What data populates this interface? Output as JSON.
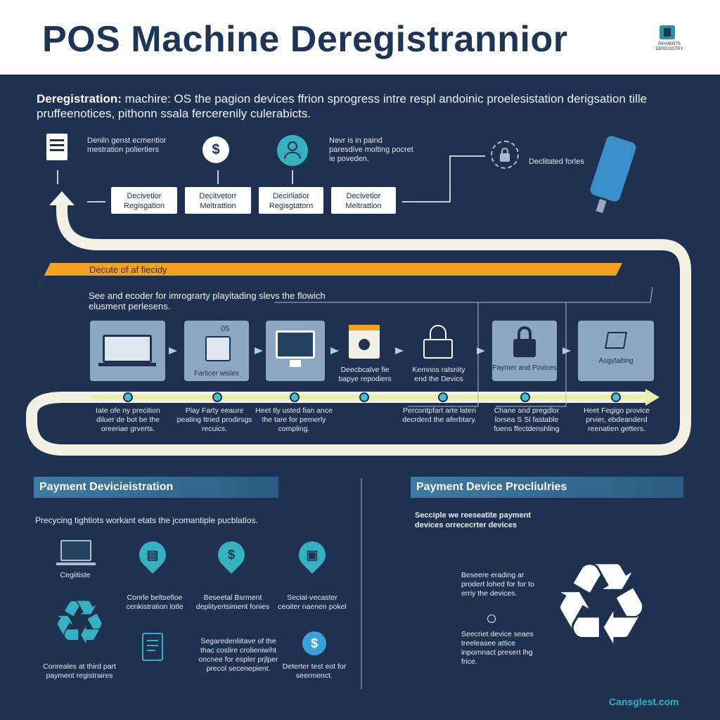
{
  "title": "POS Machine Deregistrannior",
  "logo_text": "PAYMENTS DEREGISTRY",
  "intro": {
    "lead": "Deregistration:",
    "text": " machire: OS the pagion devices ffrion sprogress intre respl andoinic proelesistation derigsation tille pruffeenotices, pithonn ssala fercerenily culerabicts."
  },
  "top_flow": {
    "doc_note": "Deniln genst ecmentior mestration poliertiers",
    "mid_note": "Nevr is in paind paresdive molting pocret ie poveden.",
    "lock_note": "Declitated forles",
    "boxes": [
      {
        "line1": "Decivetior",
        "line2": "Regisgation"
      },
      {
        "line1": "Decitvetorr",
        "line2": "Meltrattion"
      },
      {
        "line1": "Decirliatior",
        "line2": "Regisgtatorn"
      },
      {
        "line1": "Decivetior",
        "line2": "Meltrattion"
      }
    ]
  },
  "banner": "Decute of af fiecidy",
  "process_intro": "See and ecoder for imrograrty playitading slevs the flowich elusment perlesens.",
  "process_steps": [
    {
      "label": "",
      "caption": "Iate ofe ny precition diluer de bot be the oreeriae grverts."
    },
    {
      "label": "Farticer wisles",
      "top": "05",
      "caption": "Play Farty eeaure peating ttried prodirsgs recuics."
    },
    {
      "label": "",
      "caption": "Heet tly usted fian ance the tare for pemerly compling."
    },
    {
      "label": "Deecbcalve fie bapye repodiers",
      "caption": ""
    },
    {
      "label": "Kemnos ratsriity end the Devics",
      "caption": "Percontpfart arte lateri decrderd the aferbtary."
    },
    {
      "label": "Paymer and Povices",
      "caption": "Chane and pregdlor lorsea S Sl fastable fuens ffectdenshling"
    },
    {
      "label": "Asgytalting",
      "caption": "Heet Fegigo provice prvier, ebdeanderd reenatien getters."
    }
  ],
  "left_section": {
    "title": "Payment Devicieistration",
    "subtitle": "Precycing tightiots workant etats the jcomantiple pucblatios.",
    "items": [
      {
        "icon": "laptop-icon",
        "caption": "Cegiitiste"
      },
      {
        "icon": "printer-icon",
        "caption": "Conrle beltsefioe cenkistration lotle"
      },
      {
        "icon": "dollar-icon",
        "caption": "Beseetal Bsrment deplityertsiment fonies"
      },
      {
        "icon": "lock-icon",
        "caption": "Secial-vecaster ceoiter naenen pokel"
      },
      {
        "icon": "recycle-icon",
        "caption": "Conreales at third part payment registraires"
      },
      {
        "icon": "document-icon",
        "caption": "Segaredenliitave of the thac coslire crolieniwiht oncnee for espler prjlper precol secenepient."
      },
      {
        "icon": "coin-icon",
        "caption": "Deterter test eot for seermenct."
      }
    ]
  },
  "right_section": {
    "title": "Payment Device Procliulries",
    "subtitle": "Secciple we reeseatite payment devices orrececrter devices",
    "notes": [
      "Beseere erading ar prodert lohed for for to erriy the devices.",
      "Seecriet device seaes treeleasee attice inpornnact presert lhg frice."
    ]
  },
  "footer": "Cansglest.com",
  "colors": {
    "navy": "#1f3150",
    "teal": "#36b1c2",
    "orange": "#f2a121",
    "panel": "#8ea8c3",
    "cream": "#f3f1e3"
  }
}
